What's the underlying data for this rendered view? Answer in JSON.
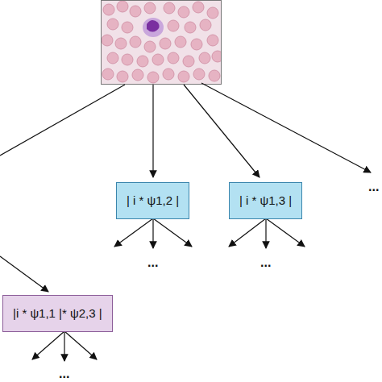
{
  "diagram": {
    "nodes": [
      {
        "text": [
          "| i * ψ1,2 |"
        ]
      },
      {
        "text": [
          "| i * ψ1,3 |"
        ]
      },
      {
        "text": [
          "|i * ψ1,1 |* ψ2,3 |"
        ]
      }
    ],
    "labels": [
      "...",
      "...",
      "...",
      "..."
    ]
  }
}
